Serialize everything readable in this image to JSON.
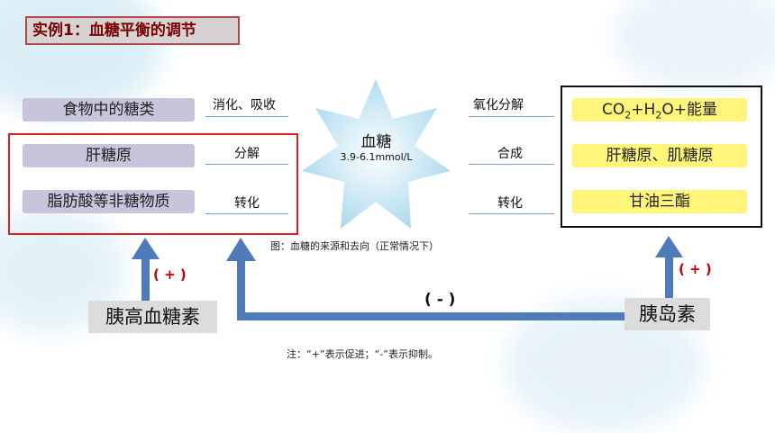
{
  "title": "实例1：血糖平衡的调节",
  "sources": [
    {
      "label": "食物中的糖类",
      "process": "消化、吸收"
    },
    {
      "label": "肝糖原",
      "process": "分解"
    },
    {
      "label": "脂肪酸等非糖物质",
      "process": "转化"
    }
  ],
  "center": {
    "label": "血糖",
    "range": "3.9-6.1mmol/L"
  },
  "destinations": [
    {
      "label_prefix": "CO",
      "sub1": "2",
      "mid": "+H",
      "sub2": "2",
      "label_suffix": "O+能量",
      "process": "氧化分解"
    },
    {
      "label": "肝糖原、肌糖原",
      "process": "合成"
    },
    {
      "label": "甘油三酯",
      "process": "转化"
    }
  ],
  "figure_caption": "图：血糖的来源和去向（正常情况下）",
  "hormones": {
    "glucagon": "胰高血糖素",
    "insulin": "胰岛素"
  },
  "signs": {
    "glucagon_plus": "( + )",
    "insulin_plus": "( + )",
    "insulin_minus": "( - )"
  },
  "note": "注：“+”表示促进；“-”表示抑制。",
  "colors": {
    "blue_arrow": "#4f7bb8",
    "red_box": "#e02020",
    "title_text": "#7a0000"
  }
}
